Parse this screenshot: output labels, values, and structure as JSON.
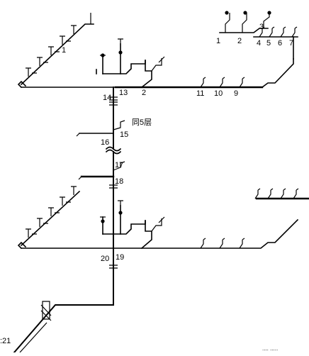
{
  "diagram": {
    "title": "",
    "stroke_color": "#000000",
    "background": "#ffffff",
    "labels": {
      "n1": "1",
      "n2": "2",
      "n3": "3",
      "n4": "4",
      "n5": "5",
      "n6": "6",
      "n7": "7",
      "n1b": "1",
      "n2b": "2",
      "n9": "9",
      "n10": "10",
      "n11": "11",
      "n13": "13",
      "n14": "14",
      "n15": "15",
      "n16": "16",
      "n17": "17",
      "n18": "18",
      "n19": "19",
      "n20": "20",
      "same_floor": "同5层",
      "edge_left": ":21",
      "corner_note": "....  ....."
    }
  }
}
